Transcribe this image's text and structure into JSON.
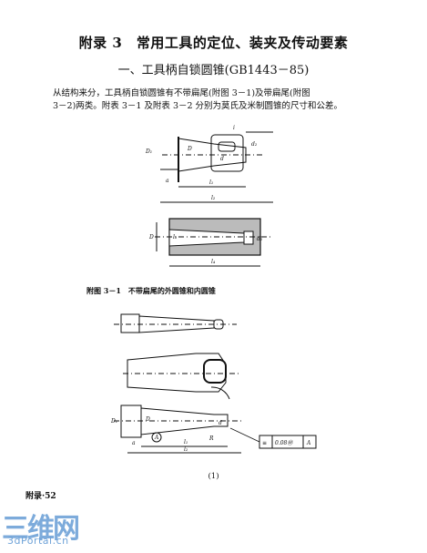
{
  "header": {
    "appendix_title": "附录 3　常用工具的定位、装夹及传动要素",
    "section_heading": "一、工具柄自锁圆锥(GB1443－85)"
  },
  "intro": {
    "line1": "从结构来分，工具柄自锁圆锥有不带扁尾(附图 3－1)及带扁尾(附图",
    "line2": "3－2)两类。附表 3－1 及附表 3－2 分别为莫氏及米制圆锥的尺寸和公差。"
  },
  "figure1": {
    "caption": "附图 3－1　不带扁尾的外圆锥和内圆锥",
    "labels": {
      "D1": "D₁",
      "D": "D",
      "d": "d",
      "d2": "d₂",
      "a": "a",
      "l1": "l₁",
      "l2": "l₂",
      "i": "i",
      "l3": "l₃",
      "l4": "l₄",
      "d1": "d₁"
    }
  },
  "figure2": {
    "sub_caption": "(1)",
    "labels": {
      "D1": "D₁",
      "D": "D",
      "d": "d",
      "a": "a",
      "l1": "l₁",
      "l2": "l₂",
      "R": "R",
      "A": "A"
    },
    "tolerance_frame": {
      "symbol": "≡",
      "value": "0.08Ⓜ",
      "datum": "A"
    }
  },
  "footer": {
    "page_number": "附录·52"
  },
  "watermark": {
    "glyph": "三维网",
    "site": "3dPortal.cn"
  }
}
